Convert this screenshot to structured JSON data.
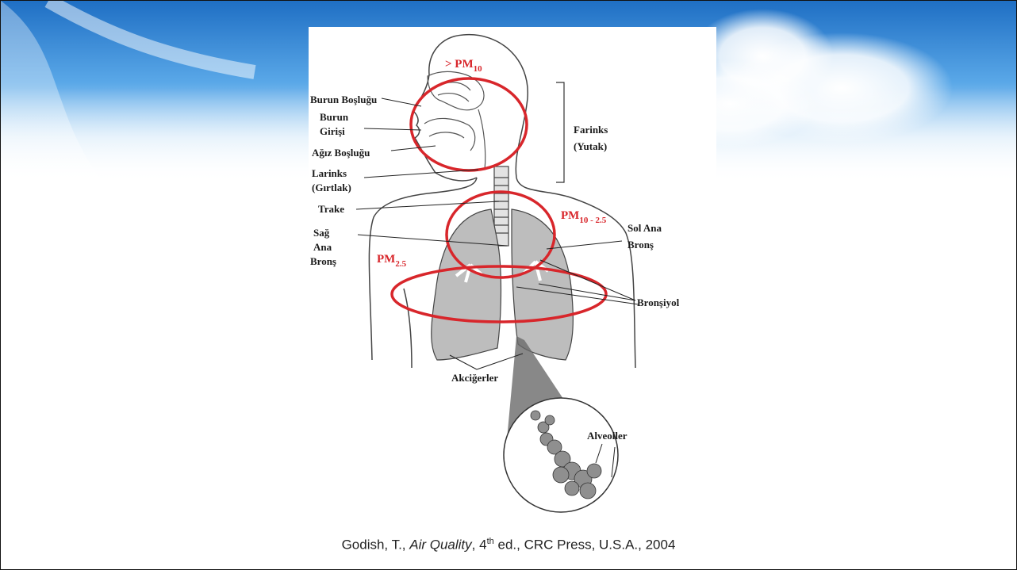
{
  "diagram": {
    "pm_labels": {
      "upper": {
        "prefix": "> PM",
        "sub": "10"
      },
      "middle": {
        "prefix": "PM",
        "sub": "10 - 2.5"
      },
      "lower": {
        "prefix": "PM",
        "sub": "2.5"
      }
    },
    "labels": {
      "nasal_cavity": "Burun Boşluğu",
      "nostril_line1": "Burun",
      "nostril_line2": "Girişi",
      "oral_cavity": "Ağız Boşluğu",
      "larynx_line1": "Larinks",
      "larynx_line2": "(Gırtlak)",
      "trachea": "Trake",
      "right_bronchus_line1": "Sağ",
      "right_bronchus_line2": "Ana",
      "right_bronchus_line3": "Bronş",
      "pharynx_line1": "Farinks",
      "pharynx_line2": "(Yutak)",
      "left_bronchus_line1": "Sol Ana",
      "left_bronchus_line2": "Bronş",
      "bronchiole": "Bronşiyol",
      "lungs": "Akciğerler",
      "alveoli": "Alveoller"
    }
  },
  "caption": {
    "author": "Godish, T., ",
    "title": "Air Quality",
    "edition_num": ", 4",
    "edition_sup": "th",
    "rest": " ed., CRC Press, U.S.A., 2004"
  },
  "colors": {
    "highlight_red": "#d8262b",
    "banner_blue": "#2f86d6",
    "lung_gray": "#bdbdbd"
  }
}
